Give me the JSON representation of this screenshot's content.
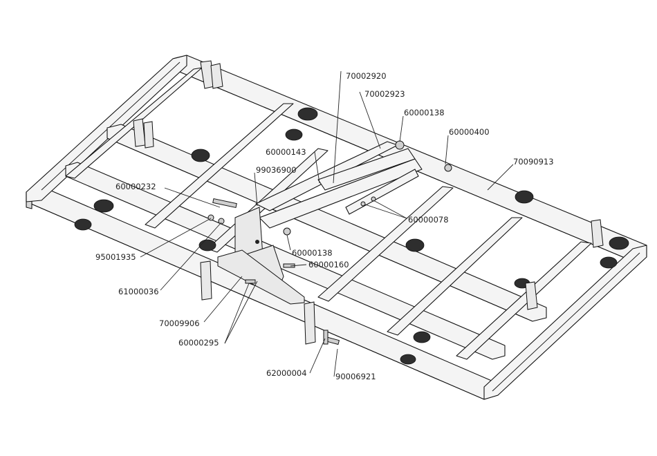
{
  "diagram": {
    "part_labels": [
      "70002920",
      "70002923",
      "60000138",
      "60000400",
      "70090913",
      "60000143",
      "99036900",
      "60000232",
      "60000078",
      "95001935",
      "60000138",
      "60000160",
      "61000036",
      "70009906",
      "60000295",
      "62000004",
      "90006921"
    ]
  }
}
